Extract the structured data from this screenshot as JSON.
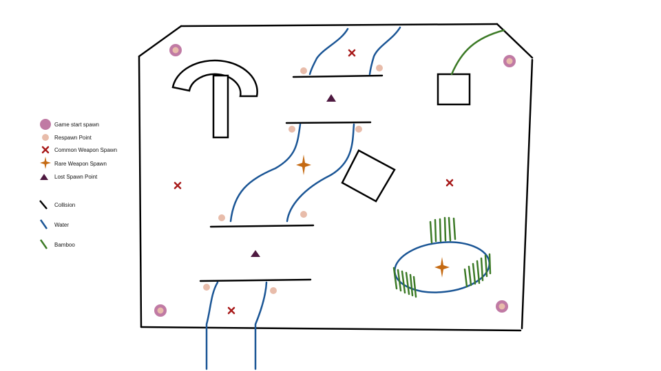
{
  "legend": {
    "game_start_spawn": "Game start spawn",
    "respawn_point": "Respawn Point",
    "common_weapon_spawn": "Common Weapon Spawn",
    "rare_weapon_spawn": "Rare Weapon Spawn",
    "lost_spawn_point": "Lost Spawn Point",
    "collision": "Collision",
    "water": "Water",
    "bamboo": "Bamboo"
  },
  "colors": {
    "collision": "#000000",
    "water": "#1a5595",
    "bamboo": "#3c7a26",
    "game_start_spawn": "#c07aa4",
    "respawn_point": "#e8bcaa",
    "common_weapon_spawn": "#a81a1a",
    "rare_weapon_spawn": "#c56a12",
    "lost_spawn_point": "#4e1940"
  }
}
